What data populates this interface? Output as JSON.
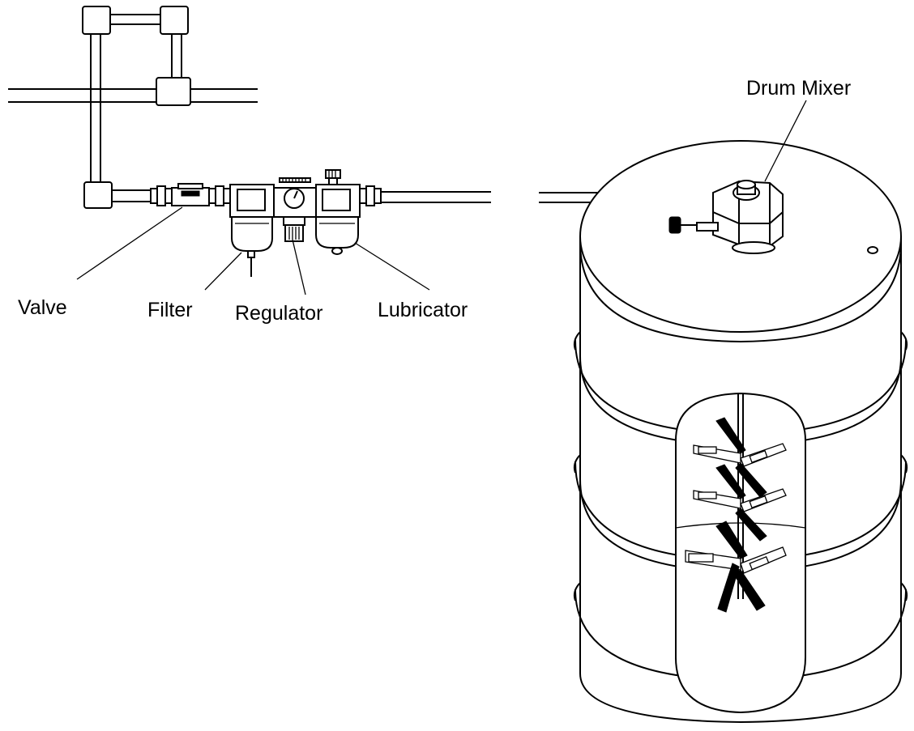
{
  "labels": {
    "drum_mixer": "Drum Mixer",
    "valve": "Valve",
    "filter": "Filter",
    "regulator": "Regulator",
    "lubricator": "Lubricator"
  },
  "colors": {
    "line": "#000000",
    "background": "#ffffff"
  }
}
